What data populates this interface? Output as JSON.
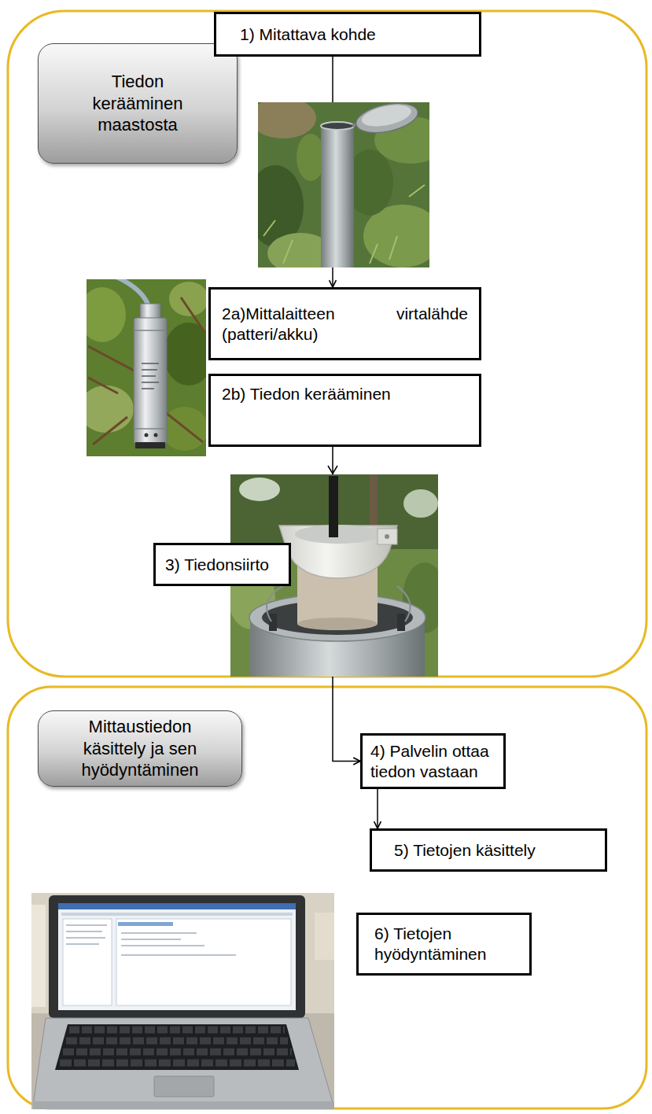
{
  "diagram": {
    "nodes": [
      {
        "text": [
          "Tiedon kerääminen maastosta"
        ]
      },
      {
        "text": [
          "1) Mitattava kohde"
        ]
      },
      {
        "text": [
          "2a)Mittalaitteen virtalähde (patteri/akku)"
        ]
      },
      {
        "text": [
          "2b) Tiedon kerääminen"
        ]
      },
      {
        "text": [
          "3) Tiedonsiirto"
        ]
      },
      {
        "text": [
          "Mittaustiedon käsittely ja sen hyödyntäminen"
        ]
      },
      {
        "text": [
          "4) Palvelin ottaa tiedon vastaan"
        ]
      },
      {
        "text": [
          "5) Tietojen käsittely"
        ]
      },
      {
        "text": [
          "6) Tietojen hyödyntäminen"
        ]
      }
    ],
    "edges": [
      {
        "from": 1,
        "to": 2,
        "arrow": "to"
      },
      {
        "from": 3,
        "to": 4,
        "arrow": "to"
      },
      {
        "from": 4,
        "to": 6,
        "arrow": "to"
      },
      {
        "from": 6,
        "to": 7,
        "arrow": "to"
      }
    ]
  }
}
